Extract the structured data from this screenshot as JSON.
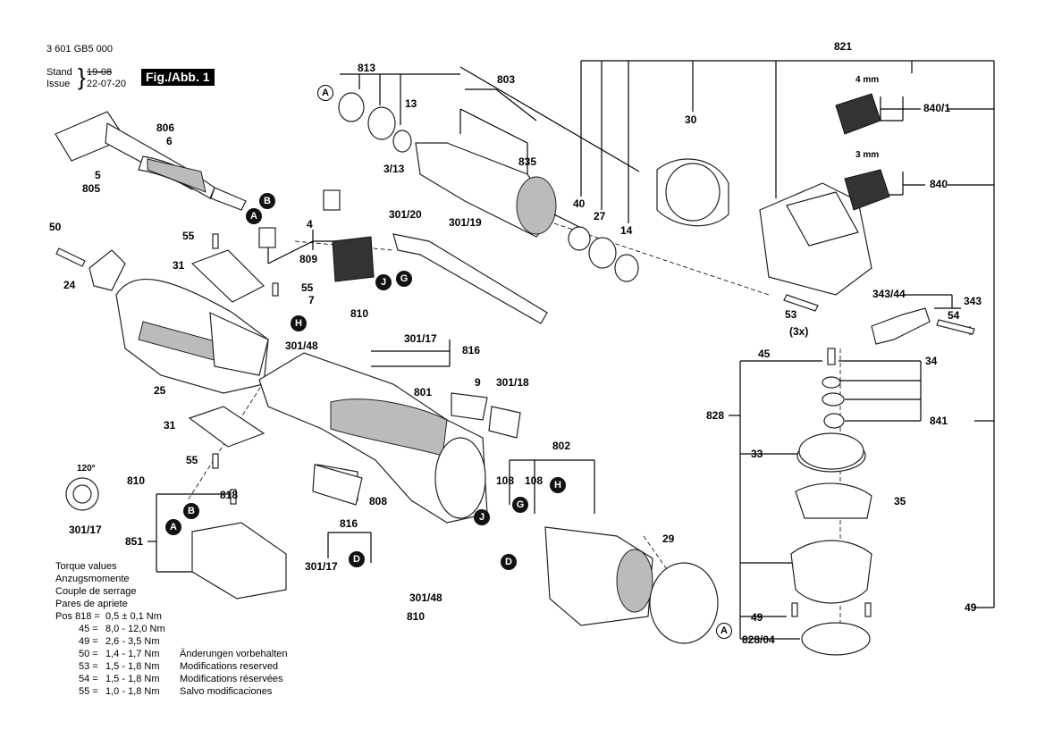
{
  "header": {
    "doc_number": "3 601 GB5 000",
    "stand_label": "Stand",
    "issue_label": "Issue",
    "stand_date": "19-08",
    "issue_date": "22-07-20",
    "figure": "Fig./Abb. 1"
  },
  "labels": {
    "p813": "813",
    "p803": "803",
    "p821": "821",
    "p806": "806",
    "p6": "6",
    "p13": "13",
    "p313": "3/13",
    "p835": "835",
    "p30": "30",
    "p5": "5",
    "p805": "805",
    "p4mm": "4 mm",
    "p840_1": "840/1",
    "p3mm": "3 mm",
    "p840": "840",
    "p40": "40",
    "p27": "27",
    "p14": "14",
    "p301_20": "301/20",
    "p301_19": "301/19",
    "p4": "4",
    "p50": "50",
    "p55a": "55",
    "p809": "809",
    "p24": "24",
    "p31a": "31",
    "p55b": "55",
    "p7": "7",
    "p343_44": "343/44",
    "p343": "343",
    "p53": "53",
    "p54": "54",
    "p3x": "(3x)",
    "p810a": "810",
    "p301_17a": "301/17",
    "p816a": "816",
    "p301_48a": "301/48",
    "p45": "45",
    "p34": "34",
    "p9": "9",
    "p301_18": "301/18",
    "p801": "801",
    "p25": "25",
    "p828": "828",
    "p841": "841",
    "p31b": "31",
    "p802": "802",
    "p33": "33",
    "p55c": "55",
    "p108a": "108",
    "p108b": "108",
    "p810b": "810",
    "p120": "120°",
    "p818": "818",
    "p808": "808",
    "p35": "35",
    "p301_17b": "301/17",
    "p851": "851",
    "p816b": "816",
    "p29": "29",
    "p301_17c": "301/17",
    "p301_48b": "301/48",
    "p810c": "810",
    "p49a": "49",
    "p49b": "49",
    "p828_04": "828/04"
  },
  "callouts": {
    "A": "A",
    "B": "B",
    "D": "D",
    "G": "G",
    "H": "H",
    "J": "J"
  },
  "torque": {
    "title_lines": [
      "Torque values",
      "Anzugsmomente",
      "Couple de serrage",
      "Pares de apriete"
    ],
    "rows": [
      {
        "pos": "Pos 818 =",
        "value": "0,5 ± 0,1 Nm",
        "note": ""
      },
      {
        "pos": "45 =",
        "value": "8,0 - 12,0 Nm",
        "note": ""
      },
      {
        "pos": "49 =",
        "value": "2,6 - 3,5 Nm",
        "note": ""
      },
      {
        "pos": "50 =",
        "value": "1,4 - 1,7 Nm",
        "note": "Änderungen vorbehalten"
      },
      {
        "pos": "53 =",
        "value": "1,5 - 1,8 Nm",
        "note": "Modifications reserved"
      },
      {
        "pos": "54 =",
        "value": "1,5 - 1,8 Nm",
        "note": "Modifications réservées"
      },
      {
        "pos": "55 =",
        "value": "1,0 - 1,8 Nm",
        "note": "Salvo modificaciones"
      }
    ]
  }
}
